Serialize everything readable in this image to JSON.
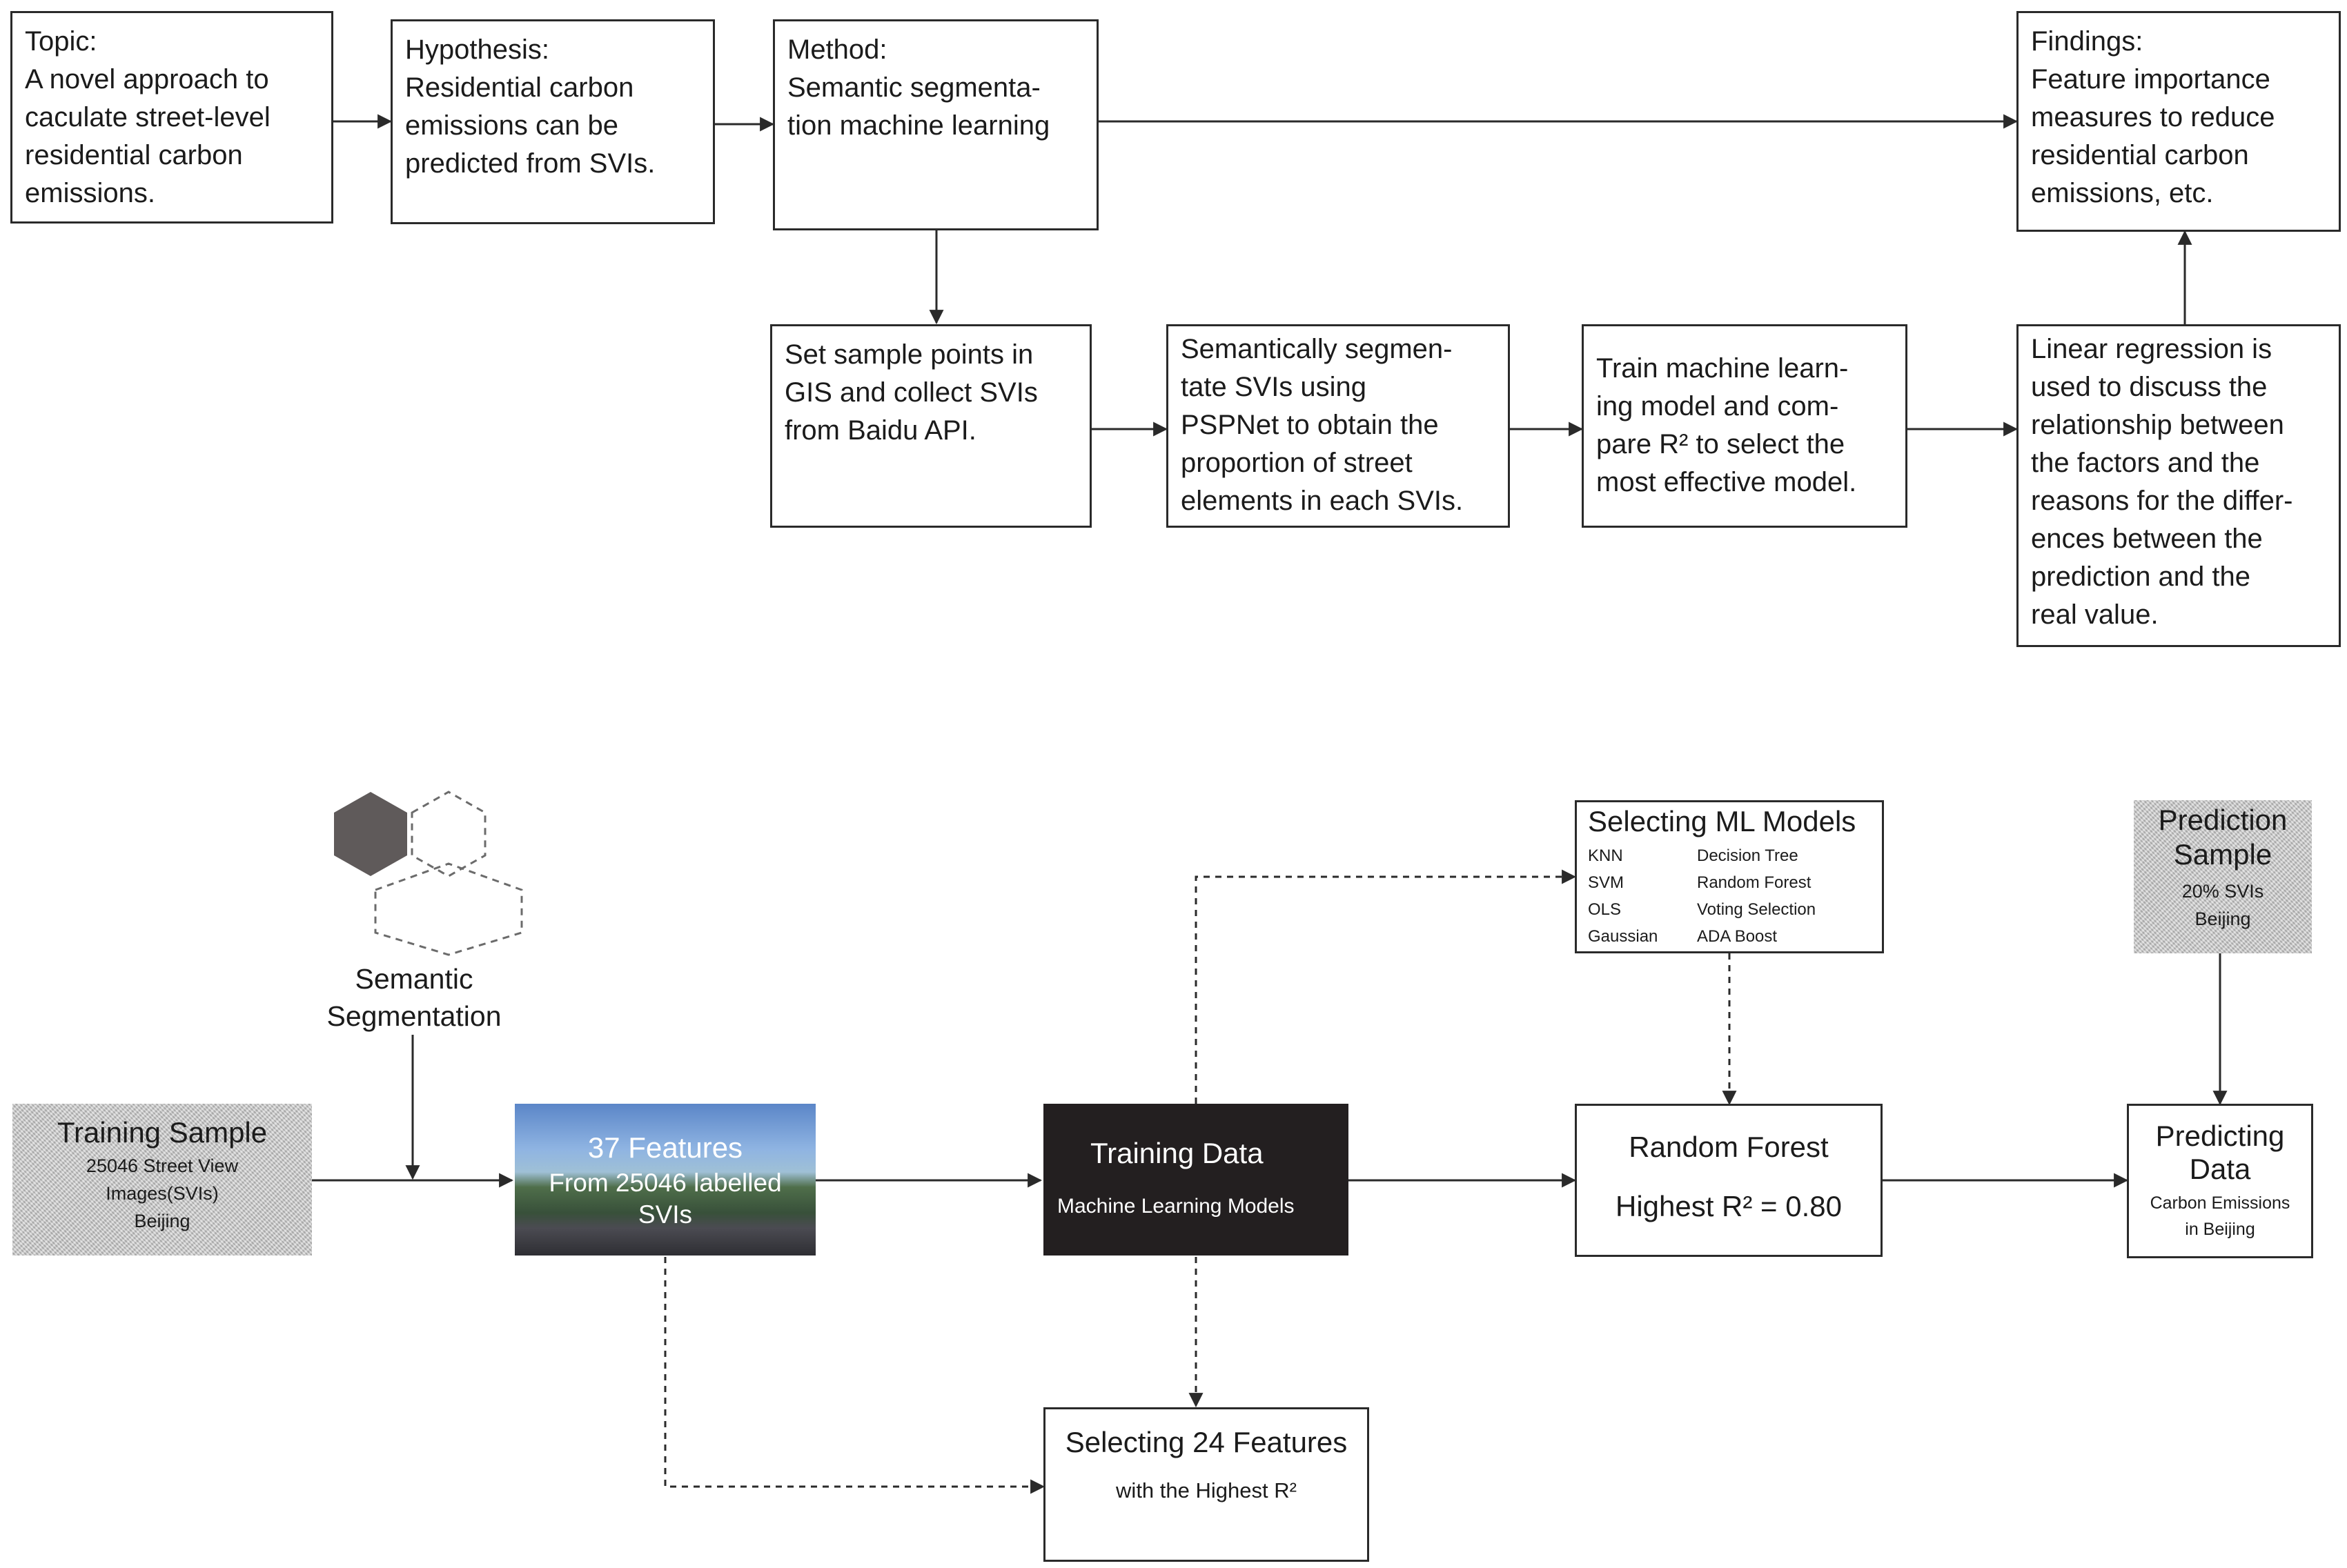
{
  "top_flow": {
    "topic": {
      "lines": [
        "Topic:",
        "A novel approach to",
        "caculate street-level",
        "residential carbon",
        "emissions."
      ]
    },
    "hypothesis": {
      "lines": [
        "Hypothesis:",
        "Residential carbon",
        "emissions can be",
        "predicted from SVIs."
      ]
    },
    "method": {
      "lines": [
        "Method:",
        "Semantic segmenta-",
        "tion machine learning"
      ]
    },
    "findings": {
      "lines": [
        "Findings:",
        "Feature importance",
        "measures to reduce",
        "residential carbon",
        "emissions, etc."
      ]
    },
    "sample_points": {
      "lines": [
        "Set sample points in",
        "GIS and collect SVIs",
        "from Baidu API."
      ]
    },
    "segment": {
      "lines": [
        "Semantically segmen-",
        "tate SVIs using",
        "PSPNet to obtain the",
        "proportion of street",
        "elements in each SVIs."
      ]
    },
    "train": {
      "lines": [
        "Train machine learn-",
        "ing model and com-",
        "pare R² to select the",
        "most effective model."
      ]
    },
    "regression": {
      "lines": [
        "Linear regression is",
        "used to discuss the",
        "relationship between",
        "the factors and the",
        "reasons for the differ-",
        "ences between the",
        "prediction and the",
        "real value."
      ]
    }
  },
  "bottom_flow": {
    "semantic_segmentation": {
      "lines": [
        "Semantic",
        "Segmentation"
      ]
    },
    "training_sample": {
      "title": "Training Sample",
      "lines": [
        "25046 Street View",
        "Images(SVIs)",
        "Beijing"
      ]
    },
    "features": {
      "title": "37 Features",
      "lines": [
        "From 25046 labelled",
        "SVIs"
      ]
    },
    "training_data": {
      "title": "Training Data",
      "subtitle": "Machine Learning Models"
    },
    "selecting_models": {
      "title": "Selecting ML Models",
      "models": [
        "KNN",
        "Decision Tree",
        "SVM",
        "Random Forest",
        "OLS",
        "Voting Selection",
        "Gaussian",
        "ADA Boost"
      ]
    },
    "random_forest": {
      "title": "Random Forest",
      "subtitle": "Highest R² = 0.80"
    },
    "selecting_features": {
      "title": "Selecting 24 Features",
      "subtitle": "with the Highest R²"
    },
    "prediction_sample": {
      "lines": [
        "Prediction",
        "Sample"
      ],
      "sub": [
        "20% SVIs",
        "Beijing"
      ]
    },
    "predicting_data": {
      "lines": [
        "Predicting",
        "Data"
      ],
      "sub": [
        "Carbon Emissions",
        "in  Beijing"
      ]
    }
  },
  "colors": {
    "line": "#2a2a2a",
    "dark_box": "#231f20",
    "hex_fill": "#5f5a5a"
  }
}
